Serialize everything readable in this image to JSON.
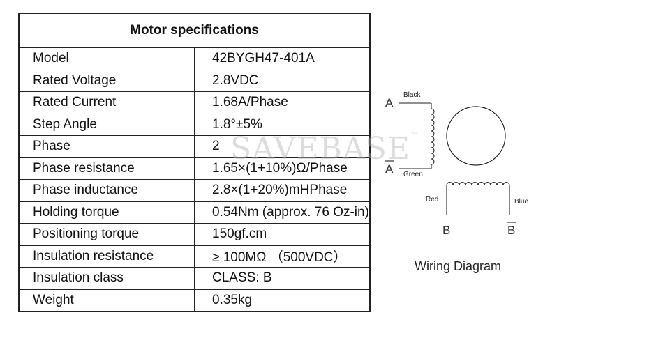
{
  "table": {
    "title": "Motor specifications",
    "rows": [
      {
        "label": "Model",
        "value": "42BYGH47-401A"
      },
      {
        "label": "Rated Voltage",
        "value": "2.8VDC"
      },
      {
        "label": "Rated Current",
        "value": "1.68A/Phase"
      },
      {
        "label": "Step Angle",
        "value": "1.8°±5%"
      },
      {
        "label": "Phase",
        "value": "2"
      },
      {
        "label": "Phase resistance",
        "value": "1.65×(1+10%)Ω/Phase"
      },
      {
        "label": "Phase inductance",
        "value": "2.8×(1+20%)mHPhase"
      },
      {
        "label": "Holding torque",
        "value": "0.54Nm (approx. 76 Oz-in)"
      },
      {
        "label": "Positioning torque",
        "value": "150gf.cm"
      },
      {
        "label": "Insulation resistance",
        "value": "≥ 100MΩ （500VDC）"
      },
      {
        "label": "Insulation class",
        "value": "CLASS: B"
      },
      {
        "label": "Weight",
        "value": "0.35kg"
      }
    ]
  },
  "wiring": {
    "caption": "Wiring Diagram",
    "terminal_a": "A",
    "terminal_a_bar": "A",
    "terminal_b": "B",
    "terminal_b_bar": "B",
    "wire_black": "Black",
    "wire_green": "Green",
    "wire_red": "Red",
    "wire_blue": "Blue"
  },
  "watermark": {
    "text": "SAVEBASE",
    "mark": "™"
  }
}
